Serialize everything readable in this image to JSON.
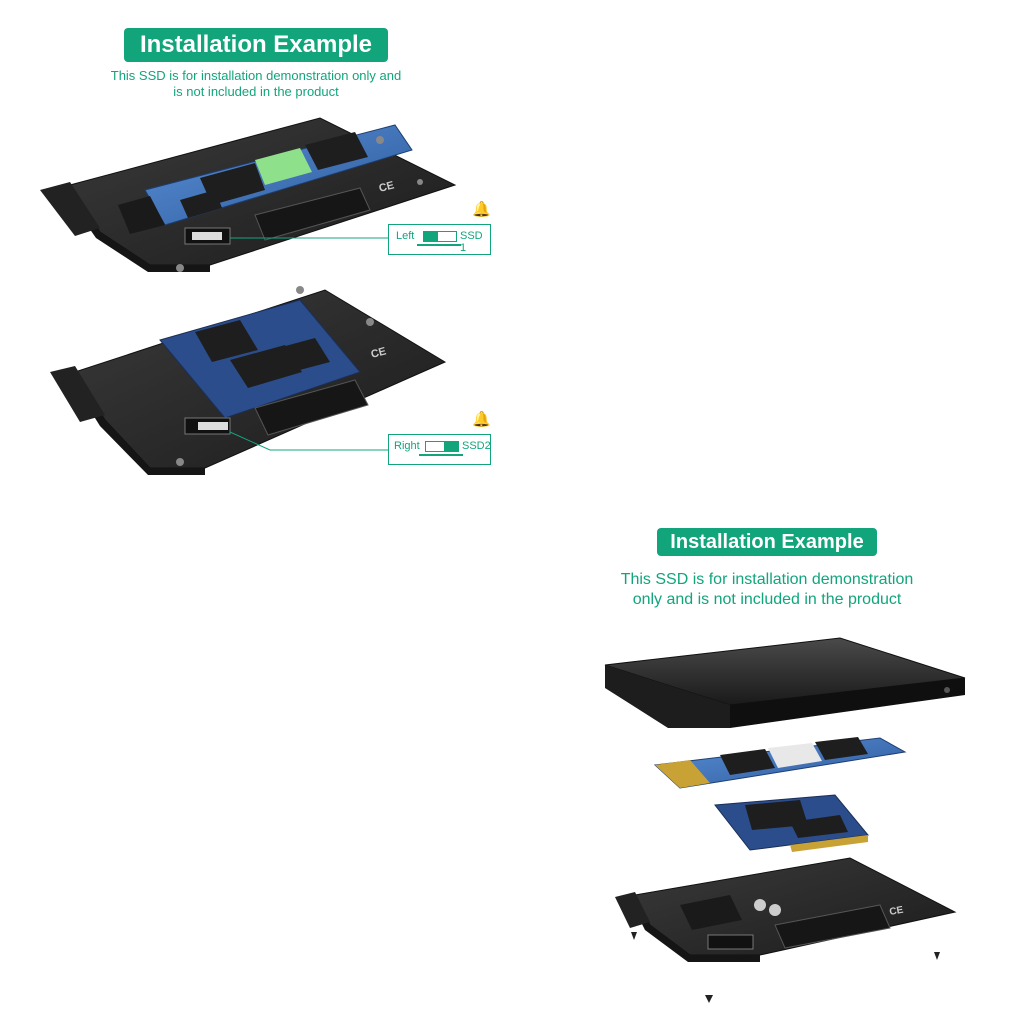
{
  "top_section": {
    "title": "Installation Example",
    "subtitle_line1": "This SSD is for installation demonstration only and",
    "subtitle_line2": "is not included in the product",
    "switch1": {
      "left_label": "Left",
      "right_label": "SSD 1"
    },
    "switch2": {
      "left_label": "Right",
      "right_label": "SSD2"
    }
  },
  "bottom_section": {
    "title": "Installation Example",
    "subtitle_line1": "This SSD is for installation demonstration",
    "subtitle_line2": "only and is not included in the product"
  },
  "icons": {
    "bell": "🔔",
    "ce_mark": "CE"
  },
  "colors": {
    "accent": "#12a57c",
    "board": "#2b2b2b",
    "ssd_blue": "#3b6fb5",
    "bell": "#f29a1b"
  }
}
